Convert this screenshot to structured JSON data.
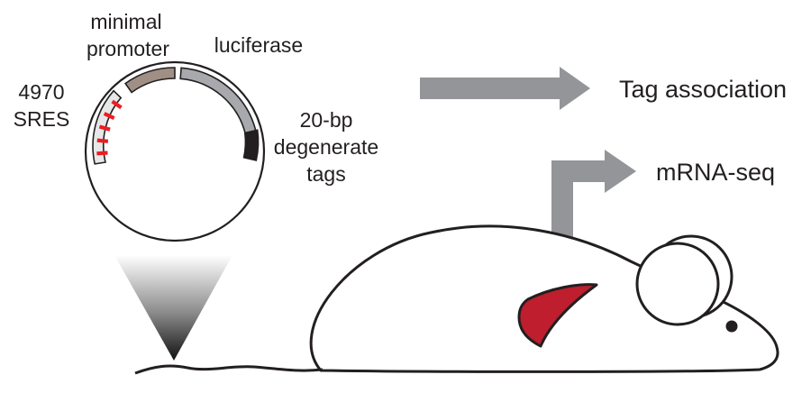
{
  "labels": {
    "minimal_promoter_line1": "minimal",
    "minimal_promoter_line2": "promoter",
    "luciferase": "luciferase",
    "sres_line1": "4970",
    "sres_line2": "SRES",
    "tags_line1": "20-bp",
    "tags_line2": "degenerate",
    "tags_line3": "tags",
    "tag_association": "Tag association",
    "mrna_seq": "mRNA-seq"
  },
  "colors": {
    "ink": "#231f20",
    "promoter": "#a08f85",
    "luciferase": "#a7a9ac",
    "sres_block": "#e6e7e8",
    "sres_stripe": "#ed1c24",
    "tag_block": "#231f20",
    "arrow": "#939598",
    "liver": "#be1e2d"
  },
  "icons": {
    "plasmid": "plasmid-circle-icon",
    "injection": "injection-cone-icon",
    "mouse": "mouse-outline-icon",
    "liver": "liver-icon"
  }
}
